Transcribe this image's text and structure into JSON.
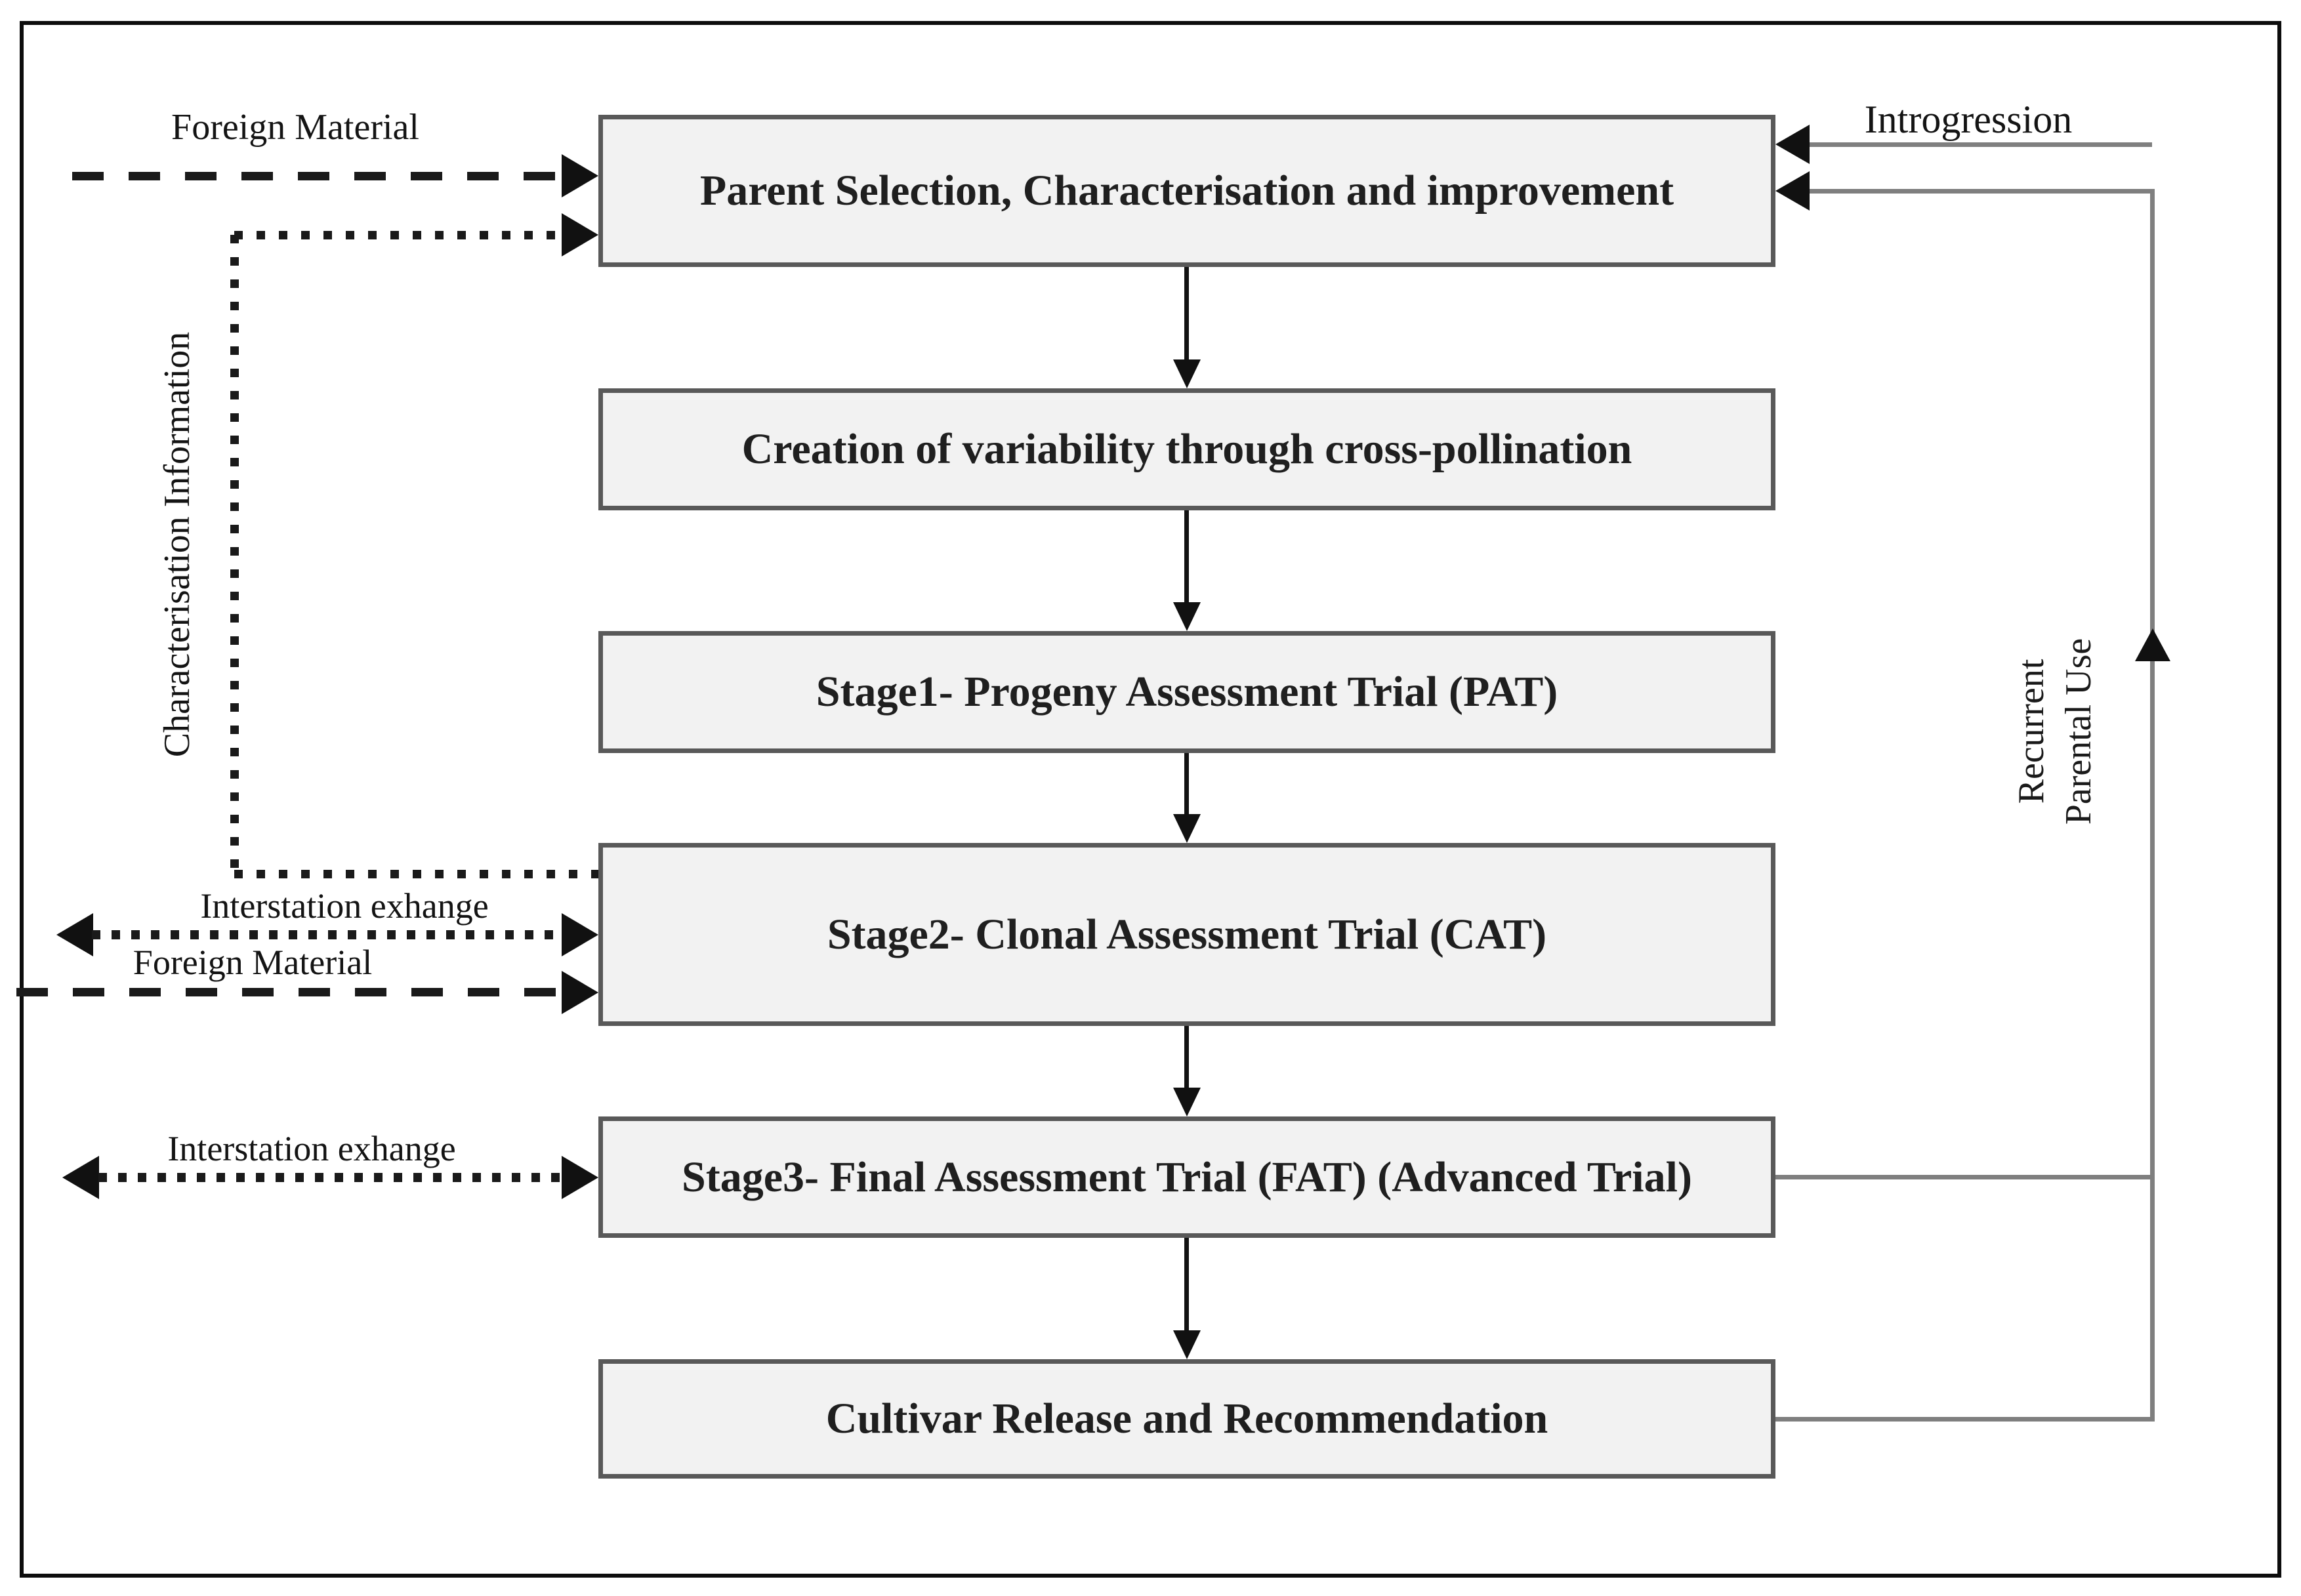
{
  "diagram": {
    "boxes": [
      {
        "label": "Parent Selection, Characterisation and improvement"
      },
      {
        "label": "Creation of variability through cross-pollination"
      },
      {
        "label": "Stage1- Progeny Assessment Trial (PAT)"
      },
      {
        "label": "Stage2- Clonal Assessment Trial (CAT)"
      },
      {
        "label": "Stage3- Final Assessment Trial (FAT) (Advanced Trial)"
      },
      {
        "label": "Cultivar Release and Recommendation"
      }
    ],
    "annotations": {
      "foreign_material_top": "Foreign Material",
      "characterisation_information": "Characterisation Information",
      "introgression": "Introgression",
      "interstation_exchange_cat": "Interstation exhange",
      "foreign_material_cat": "Foreign Material",
      "interstation_exchange_fat": "Interstation exhange",
      "recurrent_parental_use_line1": "Recurrent",
      "recurrent_parental_use_line2": "Parental Use"
    },
    "colors": {
      "box_fill": "#f2f2f2",
      "box_border": "#595959",
      "connector_gray": "#7f7f7f",
      "ink": "#111111",
      "frame": "#0d0d0d"
    }
  }
}
